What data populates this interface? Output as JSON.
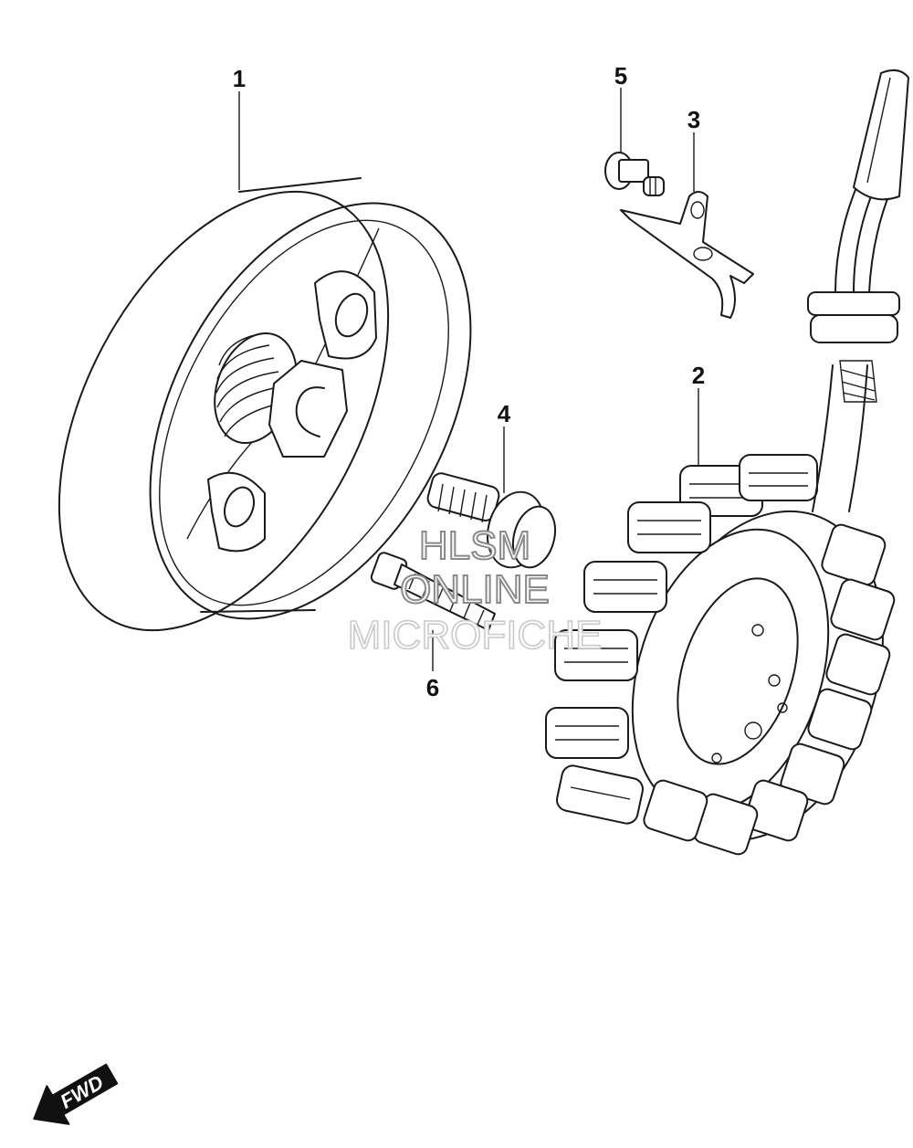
{
  "callouts": [
    {
      "id": "1",
      "label": "1"
    },
    {
      "id": "2",
      "label": "2"
    },
    {
      "id": "3",
      "label": "3"
    },
    {
      "id": "4",
      "label": "4"
    },
    {
      "id": "5",
      "label": "5"
    },
    {
      "id": "6",
      "label": "6"
    }
  ],
  "watermark": {
    "line1": "HLSM",
    "line2": "ONLINE",
    "line3": "MICROFICHE"
  },
  "direction_arrow": {
    "label": "FWD",
    "icon": "fwd-arrow-icon"
  },
  "colors": {
    "line": "#1a1a1a",
    "background": "#ffffff",
    "watermark_stroke": "#8a8a8a"
  }
}
